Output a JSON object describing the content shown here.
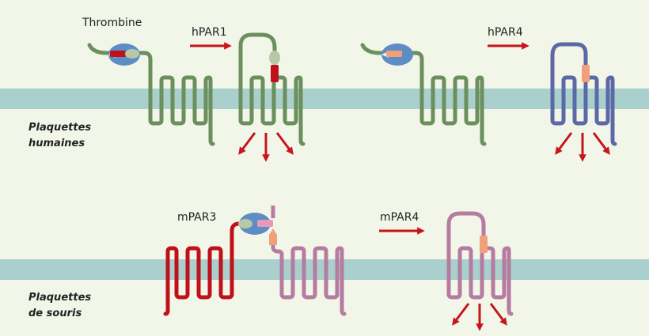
{
  "labels": {
    "thrombine": "Thrombine",
    "hpar1": "hPAR1",
    "hpar4": "hPAR4",
    "mpar3": "mPAR3",
    "mpar4": "mPAR4",
    "human_line1": "Plaquettes",
    "human_line2": "humaines",
    "mouse_line1": "Plaquettes",
    "mouse_line2": "de souris"
  },
  "colors": {
    "background": "#f1f6e8",
    "membrane": "#a9d0cc",
    "green_receptor": "#6b8f5d",
    "blue_receptor": "#5b6aa6",
    "red_receptor": "#c0111b",
    "pink_receptor": "#b57ba0",
    "thrombin": "#5d8dc4",
    "signal_arrow": "#c8141d",
    "tethered_ligand": "#f2a079",
    "cleaved_site": "#b8c8a6"
  },
  "icons": [
    "thrombin-enzyme-icon",
    "activation-arrow-icon",
    "signaling-arrow-icon"
  ]
}
